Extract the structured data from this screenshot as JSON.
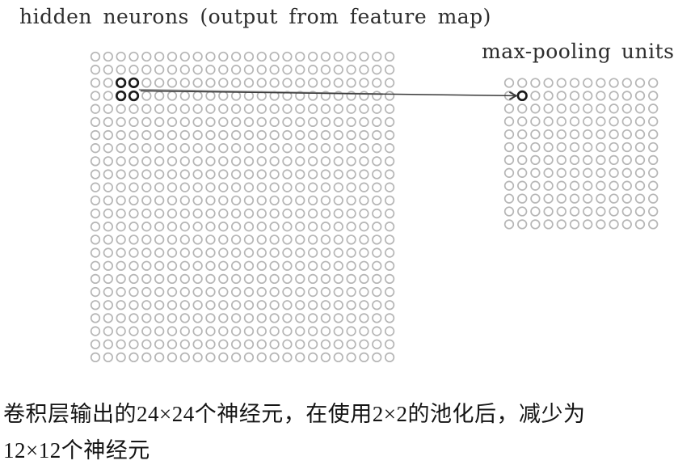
{
  "labels": {
    "hidden": "hidden neurons (output from feature map)",
    "pool": "max-pooling units"
  },
  "caption": {
    "line1": "卷积层输出的24×24个神经元，在使用2×2的池化后，减少为",
    "line2": "12×12个神经元"
  },
  "diagram": {
    "hidden_grid": {
      "label": "hidden neurons (output from feature map)",
      "rows": 24,
      "cols": 24,
      "highlight": {
        "rows": [
          3,
          4
        ],
        "cols": [
          3,
          4
        ]
      }
    },
    "pool_grid": {
      "label": "max-pooling units",
      "rows": 12,
      "cols": 12,
      "highlight": {
        "rows": [
          2
        ],
        "cols": [
          2
        ]
      }
    },
    "pool_size": "2×2",
    "colors": {
      "circle": "#b6b6b6",
      "highlight": "#1b1b1b",
      "arrow": "#3a3a3a",
      "arrow_ghost": "#9a9a9a",
      "text": "#2d2d2d",
      "background": "#ffffff"
    }
  }
}
